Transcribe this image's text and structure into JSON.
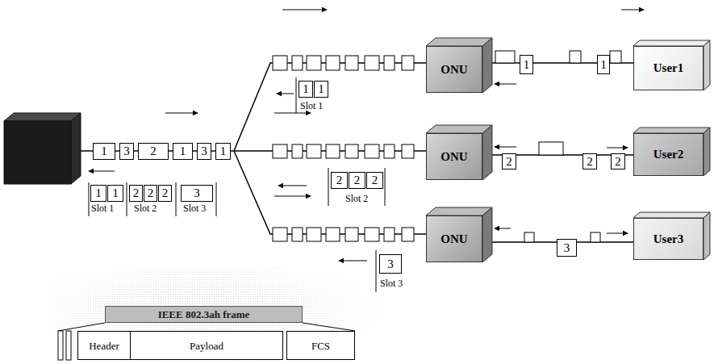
{
  "diagram": {
    "nodes": [
      {
        "text": [
          "1"
        ]
      },
      {
        "text": [
          "3"
        ]
      },
      {
        "text": [
          "2"
        ]
      },
      {
        "text": [
          "1"
        ]
      },
      {
        "text": [
          "3"
        ]
      },
      {
        "text": [
          "1"
        ]
      },
      {
        "text": [
          "1"
        ]
      },
      {
        "text": [
          "1"
        ]
      },
      {
        "text": [
          "2"
        ]
      },
      {
        "text": [
          "2"
        ]
      },
      {
        "text": [
          "2"
        ]
      },
      {
        "text": [
          "3"
        ]
      },
      {
        "text": [
          "1"
        ]
      },
      {
        "text": [
          "1"
        ]
      },
      {
        "text": [
          "ONU"
        ]
      },
      {
        "text": [
          "1"
        ]
      },
      {
        "text": [
          "1"
        ]
      },
      {
        "text": [
          "User1"
        ]
      },
      {
        "text": [
          "2"
        ]
      },
      {
        "text": [
          "2"
        ]
      },
      {
        "text": [
          "2"
        ]
      },
      {
        "text": [
          "ONU"
        ]
      },
      {
        "text": [
          "2"
        ]
      },
      {
        "text": [
          "2"
        ]
      },
      {
        "text": [
          "2"
        ]
      },
      {
        "text": [
          "User2"
        ]
      },
      {
        "text": [
          "3"
        ]
      },
      {
        "text": [
          "ONU"
        ]
      },
      {
        "text": [
          "3"
        ]
      },
      {
        "text": [
          "User3"
        ]
      },
      {
        "text": [
          "IEEE 802.3ah frame"
        ]
      },
      {
        "text": [
          "Header"
        ]
      },
      {
        "text": [
          "Payload"
        ]
      },
      {
        "text": [
          "FCS"
        ]
      }
    ],
    "edges": [
      {
        "from": 14,
        "to": 17,
        "arrow": "none"
      },
      {
        "from": 21,
        "to": 25,
        "arrow": "none"
      },
      {
        "from": 27,
        "to": 29,
        "arrow": "none"
      }
    ],
    "labels": [
      "Slot 1",
      "Slot 2",
      "Slot 3",
      "Slot 1",
      "Slot 2",
      "Slot 3"
    ]
  }
}
